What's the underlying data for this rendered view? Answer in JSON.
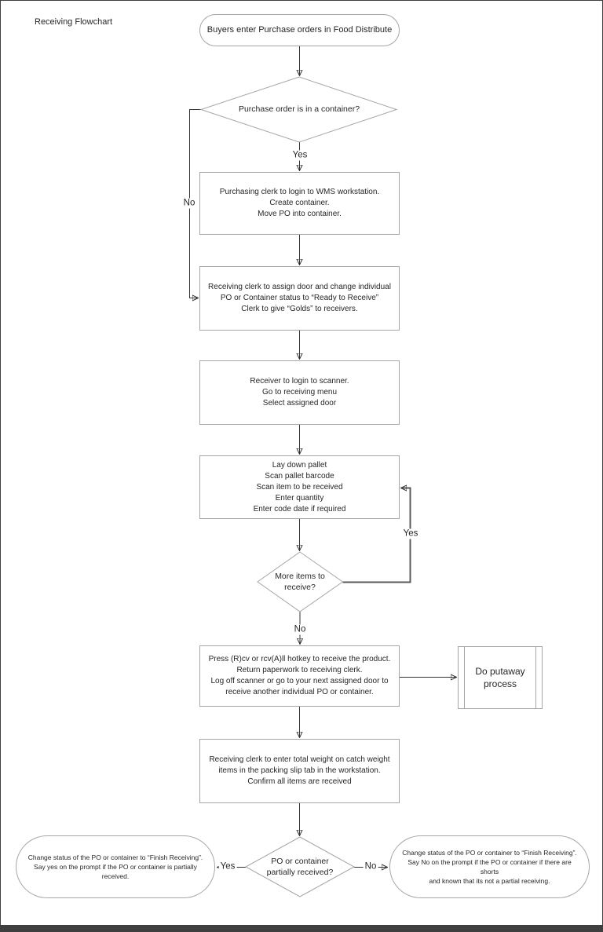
{
  "page": {
    "title": "Receiving Flowchart"
  },
  "nodes": {
    "start": "Buyers enter Purchase orders in Food Distribute",
    "decision_container": "Purchase order is in a container?",
    "create_container": "Purchasing clerk to login to WMS workstation.\nCreate container.\nMove PO into container.",
    "assign_door": "Receiving clerk to assign door and change individual\nPO or Container status to “Ready to Receive”\nClerk to give “Golds” to receivers.",
    "login_scanner": "Receiver to login to scanner.\nGo to receiving menu\nSelect assigned door",
    "scan_items": "Lay down pallet\nScan pallet barcode\nScan item to be received\nEnter quantity\nEnter code date if required",
    "decision_more_items": "More items to\nreceive?",
    "receive_product": "Press (R)cv or rcv(A)ll hotkey to receive the product.\nReturn paperwork to receiving clerk.\nLog off scanner or go to your next assigned door to\nreceive another individual PO or container.",
    "putaway": "Do putaway\nprocess",
    "enter_weight": "Receiving clerk to enter total weight on catch weight\nitems in the packing slip tab in the workstation.\nConfirm all items are received",
    "decision_partial": "PO or container\npartially received?",
    "finish_partial_yes": "Change status of the PO or container to “Finish Receiving”.\nSay yes on the prompt if the PO or container is partially\nreceived.",
    "finish_partial_no": "Change status of the PO or container to “Finish Receiving”.\nSay No on the prompt if the PO or container if there are shorts\nand known that its not a partial receiving."
  },
  "labels": {
    "yes_container": "Yes",
    "no_container": "No",
    "yes_more_items": "Yes",
    "no_more_items": "No",
    "yes_partial": "Yes",
    "no_partial": "No"
  }
}
